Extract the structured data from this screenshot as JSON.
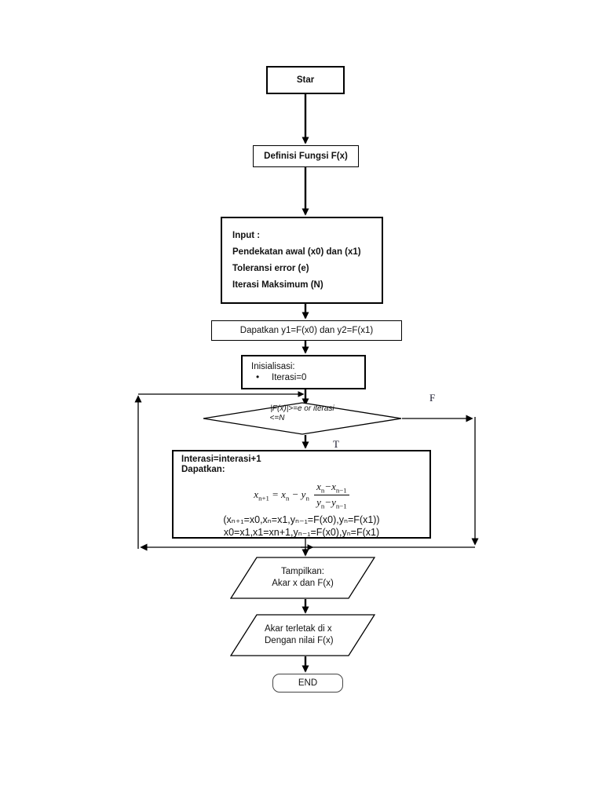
{
  "diagram": {
    "title": "Flowchart Metode Secant",
    "type": "flowchart",
    "background": "#ffffff",
    "stroke_color": "#000000"
  },
  "nodes": {
    "start": {
      "shape": "rectangle",
      "label": "Star"
    },
    "define": {
      "shape": "rectangle",
      "label": "Definisi Fungsi F(x)"
    },
    "input": {
      "shape": "rectangle",
      "lines": [
        "Input :",
        "Pendekatan awal (x0) dan (x1)",
        "Toleransi error (e)",
        "Iterasi Maksimum (N)"
      ]
    },
    "get_xy": {
      "shape": "rectangle",
      "label": "Dapatkan y1=F(x0) dan y2=F(x1)"
    },
    "init": {
      "shape": "rectangle",
      "heading": "Inisialisasi:",
      "bullet": "Iterasi=0"
    },
    "decision": {
      "shape": "diamond",
      "line1": "|F(x)|>=e or iterasi",
      "line2": "<=N",
      "true_label": "T",
      "false_label": "F"
    },
    "process": {
      "shape": "rectangle",
      "line1": "Interasi=interasi+1",
      "line2": "Dapatkan:",
      "formula": {
        "lhs": "x",
        "lhs_sub": "n+1",
        "eq": "=",
        "term1": "x",
        "term1_sub": "n",
        "minus": "−",
        "term2": "y",
        "term2_sub": "n",
        "num_a": "x",
        "num_a_sub": "n",
        "num_minus": "−",
        "num_b": "x",
        "num_b_sub": "n−1",
        "den_a": "y",
        "den_a_sub": "n",
        "den_minus": "−",
        "den_b": "y",
        "den_b_sub": "n−1",
        "plain": "x_{n+1} = x_n − y_n (x_n − x_{n-1}) / (y_n − y_{n-1})"
      },
      "line3": "(xₙ₊₁=x0,xₙ=x1,yₙ₋₁=F(x0),yₙ=F(x1))",
      "line4": "x0=x1,x1=xn+1,yₙ₋₁=F(x0),yₙ=F(x1)"
    },
    "show": {
      "shape": "parallelogram",
      "line1": "Tampilkan:",
      "line2": "Akar x dan F(x)"
    },
    "result": {
      "shape": "parallelogram",
      "line1": "Akar terletak di x",
      "line2": "Dengan nilai F(x)"
    },
    "end": {
      "shape": "terminator",
      "label": "END"
    }
  },
  "connectors": [
    {
      "from": "start",
      "to": "define",
      "arrow": "down"
    },
    {
      "from": "define",
      "to": "input",
      "arrow": "down"
    },
    {
      "from": "input",
      "to": "get_xy",
      "arrow": "down"
    },
    {
      "from": "get_xy",
      "to": "init",
      "arrow": "down"
    },
    {
      "from": "init",
      "to": "decision",
      "arrow": "down"
    },
    {
      "from": "decision",
      "to": "process",
      "arrow": "down",
      "label": "T"
    },
    {
      "from": "decision",
      "to": "show",
      "arrow": "right-down",
      "label": "F"
    },
    {
      "from": "process",
      "to": "decision",
      "arrow": "loop-left"
    },
    {
      "from": "show",
      "to": "result",
      "arrow": "down"
    },
    {
      "from": "result",
      "to": "end",
      "arrow": "down"
    }
  ]
}
